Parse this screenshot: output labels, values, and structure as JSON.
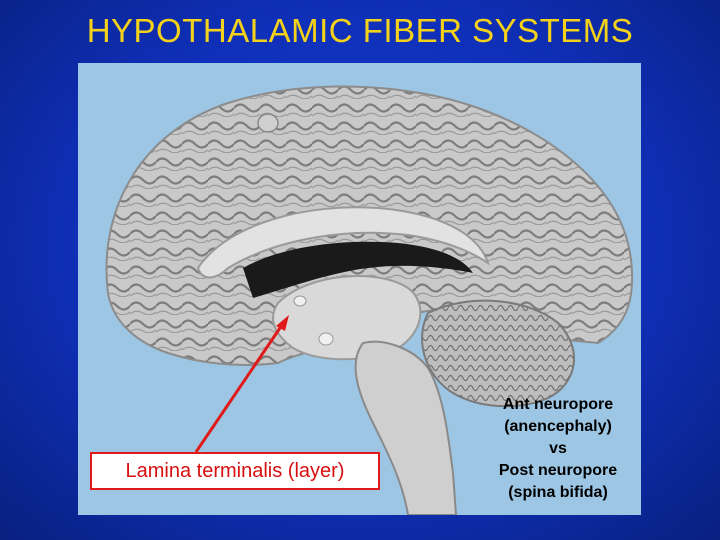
{
  "slide": {
    "title": "HYPOTHALAMIC FIBER SYSTEMS"
  },
  "label": {
    "text": "Lamina terminalis (layer)"
  },
  "caption": {
    "line1": "Ant neuropore",
    "line2": "(anencephaly)",
    "line3": "vs",
    "line4": "Post neuropore",
    "line5": "(spina bifida)"
  },
  "colors": {
    "background": "#1030c0",
    "title": "#f5d21a",
    "photo_bg": "#9cc6e4",
    "label_text": "#d80f0f",
    "arrow": "#e01a1a"
  }
}
